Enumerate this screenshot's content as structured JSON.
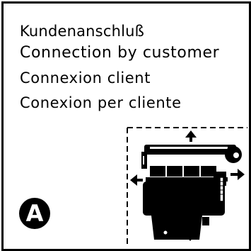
{
  "labels": {
    "de": "Kundenanschluß",
    "en": "Connection by customer",
    "fr": "Connexion client",
    "es": "Conexion per cliente"
  },
  "badge": {
    "letter": "A"
  },
  "diagram": {
    "icons": [
      "engine-icon",
      "arrow-up-icon",
      "arrow-down-icon",
      "arrow-left-icon",
      "arrow-right-icon"
    ]
  },
  "colors": {
    "ink": "#000000",
    "paper": "#ffffff"
  }
}
